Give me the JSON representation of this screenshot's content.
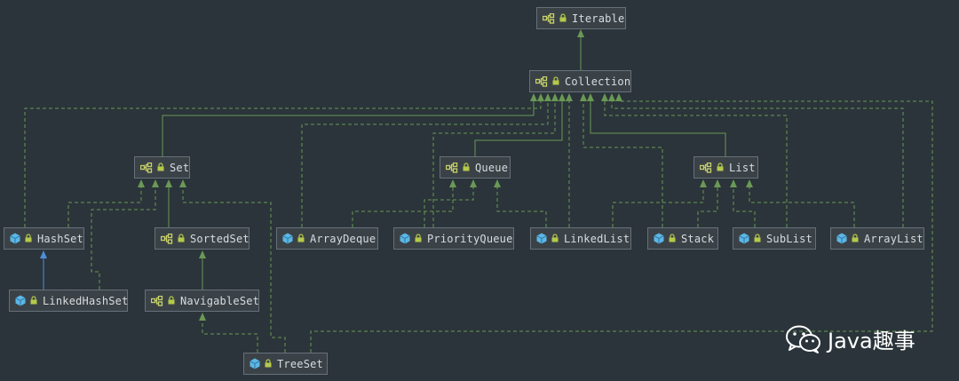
{
  "colors": {
    "background": "#2b343a",
    "node_fill": "#3b4247",
    "node_border": "#66707a",
    "edge": "#6a9955",
    "impl_edge": "#4d8fd6",
    "interface_icon": "#c8d26a",
    "class_icon": "#5bb7e6",
    "lock_icon": "#b5c94a",
    "text": "#d8dcdf"
  },
  "nodes": [
    {
      "id": "iterable",
      "label": "Iterable",
      "kind": "interface"
    },
    {
      "id": "collection",
      "label": "Collection",
      "kind": "interface"
    },
    {
      "id": "set",
      "label": "Set",
      "kind": "interface"
    },
    {
      "id": "queue",
      "label": "Queue",
      "kind": "interface"
    },
    {
      "id": "list",
      "label": "List",
      "kind": "interface"
    },
    {
      "id": "hashset",
      "label": "HashSet",
      "kind": "class"
    },
    {
      "id": "sortedset",
      "label": "SortedSet",
      "kind": "interface"
    },
    {
      "id": "arraydeque",
      "label": "ArrayDeque",
      "kind": "class"
    },
    {
      "id": "priorityqueue",
      "label": "PriorityQueue",
      "kind": "class"
    },
    {
      "id": "linkedlist",
      "label": "LinkedList",
      "kind": "class"
    },
    {
      "id": "stack",
      "label": "Stack",
      "kind": "class"
    },
    {
      "id": "sublist",
      "label": "SubList",
      "kind": "class"
    },
    {
      "id": "arraylist",
      "label": "ArrayList",
      "kind": "class"
    },
    {
      "id": "linkedhashset",
      "label": "LinkedHashSet",
      "kind": "class"
    },
    {
      "id": "navigableset",
      "label": "NavigableSet",
      "kind": "interface"
    },
    {
      "id": "treeset",
      "label": "TreeSet",
      "kind": "class"
    }
  ],
  "edges": [
    {
      "from": "collection",
      "to": "iterable",
      "style": "solid"
    },
    {
      "from": "set",
      "to": "collection",
      "style": "solid"
    },
    {
      "from": "queue",
      "to": "collection",
      "style": "solid"
    },
    {
      "from": "list",
      "to": "collection",
      "style": "solid"
    },
    {
      "from": "hashset",
      "to": "collection",
      "style": "dashed"
    },
    {
      "from": "arraydeque",
      "to": "collection",
      "style": "dashed"
    },
    {
      "from": "priorityqueue",
      "to": "collection",
      "style": "dashed"
    },
    {
      "from": "linkedlist",
      "to": "collection",
      "style": "dashed"
    },
    {
      "from": "stack",
      "to": "collection",
      "style": "dashed"
    },
    {
      "from": "sublist",
      "to": "collection",
      "style": "dashed"
    },
    {
      "from": "arraylist",
      "to": "collection",
      "style": "dashed"
    },
    {
      "from": "treeset",
      "to": "collection",
      "style": "dashed"
    },
    {
      "from": "hashset",
      "to": "set",
      "style": "dashed"
    },
    {
      "from": "linkedhashset",
      "to": "set",
      "style": "dashed"
    },
    {
      "from": "sortedset",
      "to": "set",
      "style": "solid"
    },
    {
      "from": "treeset",
      "to": "set",
      "style": "dashed"
    },
    {
      "from": "arraydeque",
      "to": "queue",
      "style": "dashed"
    },
    {
      "from": "priorityqueue",
      "to": "queue",
      "style": "dashed"
    },
    {
      "from": "linkedlist",
      "to": "queue",
      "style": "dashed"
    },
    {
      "from": "linkedlist",
      "to": "list",
      "style": "dashed"
    },
    {
      "from": "stack",
      "to": "list",
      "style": "dashed"
    },
    {
      "from": "sublist",
      "to": "list",
      "style": "dashed"
    },
    {
      "from": "arraylist",
      "to": "list",
      "style": "dashed"
    },
    {
      "from": "linkedhashset",
      "to": "hashset",
      "style": "solid-impl"
    },
    {
      "from": "navigableset",
      "to": "sortedset",
      "style": "solid"
    },
    {
      "from": "treeset",
      "to": "navigableset",
      "style": "dashed"
    }
  ],
  "watermark": {
    "text": "Java趣事",
    "icon": "wechat-icon"
  }
}
